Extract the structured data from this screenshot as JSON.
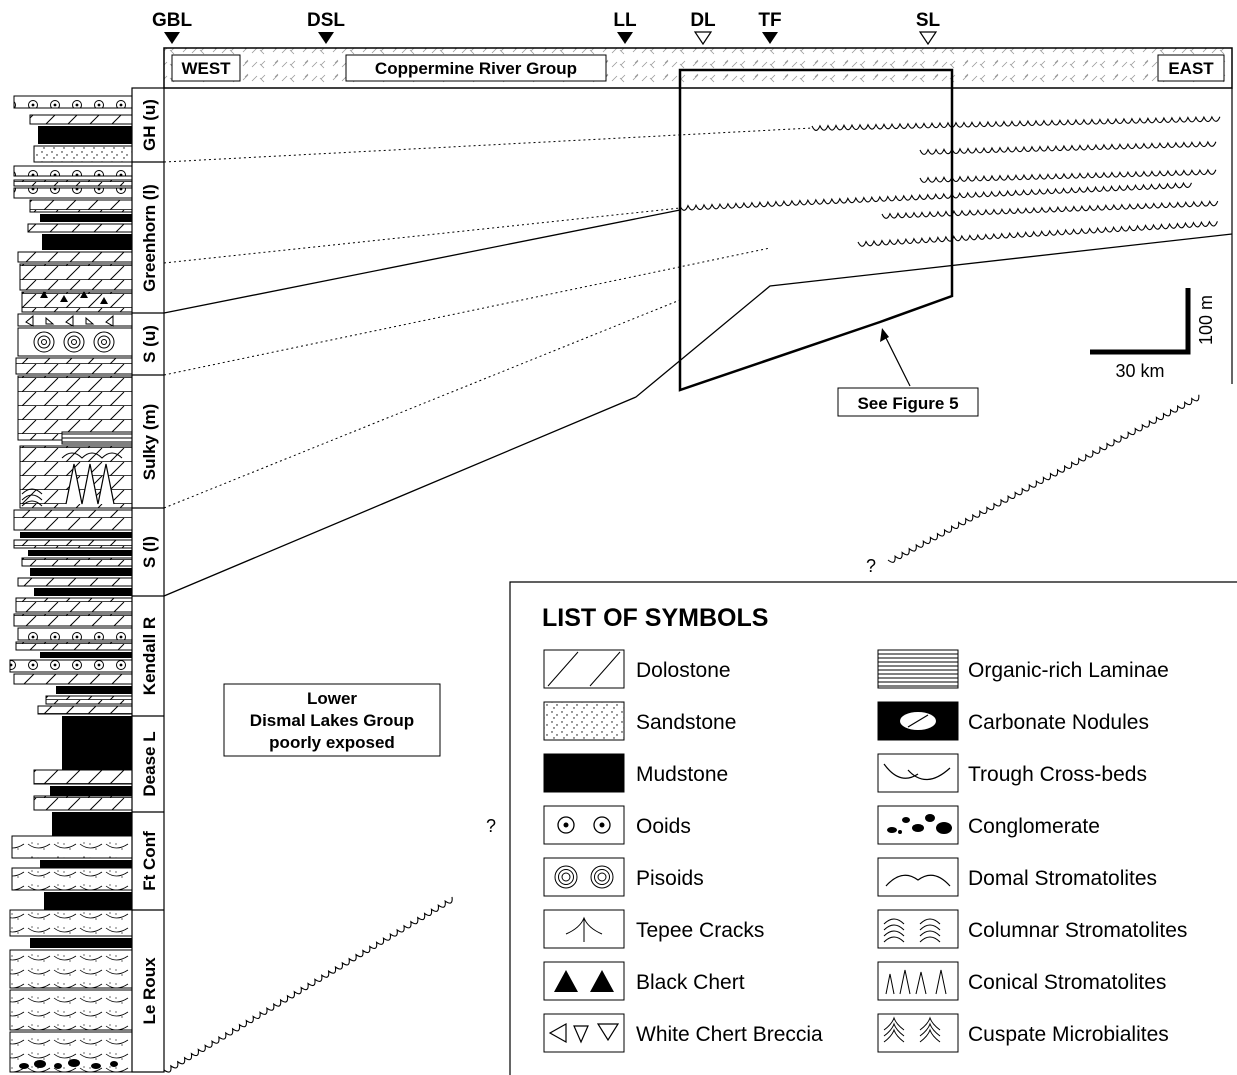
{
  "section_markers": [
    {
      "label": "GBL",
      "style": "filled"
    },
    {
      "label": "DSL",
      "style": "filled"
    },
    {
      "label": "LL",
      "style": "filled"
    },
    {
      "label": "DL",
      "style": "open"
    },
    {
      "label": "TF",
      "style": "filled"
    },
    {
      "label": "SL",
      "style": "open"
    }
  ],
  "top_bar": {
    "west": "WEST",
    "group": "Coppermine River Group",
    "east": "EAST"
  },
  "units": [
    {
      "id": "gh-u",
      "label": "GH (u)"
    },
    {
      "id": "greenhorn-l",
      "label": "Greenhorn (l)"
    },
    {
      "id": "s-u",
      "label": "S (u)"
    },
    {
      "id": "sulky-m",
      "label": "Sulky (m)"
    },
    {
      "id": "s-l",
      "label": "S (l)"
    },
    {
      "id": "kendall-r",
      "label": "Kendall R"
    },
    {
      "id": "dease-l",
      "label": "Dease L"
    },
    {
      "id": "ft-conf",
      "label": "Ft Conf"
    },
    {
      "id": "le-roux",
      "label": "Le Roux"
    }
  ],
  "scale": {
    "vertical": "100 m",
    "horizontal": "30 km"
  },
  "callout": "See Figure 5",
  "question_mark": "?",
  "lower_group_box": [
    "Lower",
    "Dismal Lakes Group",
    "poorly exposed"
  ],
  "legend": {
    "title": "LIST OF SYMBOLS",
    "left": [
      {
        "icon": "dolostone-icon",
        "label": "Dolostone"
      },
      {
        "icon": "sandstone-icon",
        "label": "Sandstone"
      },
      {
        "icon": "mudstone-icon",
        "label": "Mudstone"
      },
      {
        "icon": "ooids-icon",
        "label": "Ooids"
      },
      {
        "icon": "pisoids-icon",
        "label": "Pisoids"
      },
      {
        "icon": "tepee-cracks-icon",
        "label": "Tepee Cracks"
      },
      {
        "icon": "black-chert-icon",
        "label": "Black Chert"
      },
      {
        "icon": "white-chert-breccia-icon",
        "label": "White Chert Breccia"
      }
    ],
    "right": [
      {
        "icon": "organic-laminae-icon",
        "label": "Organic-rich Laminae"
      },
      {
        "icon": "carbonate-nodules-icon",
        "label": "Carbonate Nodules"
      },
      {
        "icon": "trough-cross-beds-icon",
        "label": "Trough Cross-beds"
      },
      {
        "icon": "conglomerate-icon",
        "label": "Conglomerate"
      },
      {
        "icon": "domal-stromatolites-icon",
        "label": "Domal Stromatolites"
      },
      {
        "icon": "columnar-stromatolites-icon",
        "label": "Columnar Stromatolites"
      },
      {
        "icon": "conical-stromatolites-icon",
        "label": "Conical Stromatolites"
      },
      {
        "icon": "cuspate-microbialites-icon",
        "label": "Cuspate Microbialites"
      }
    ]
  }
}
